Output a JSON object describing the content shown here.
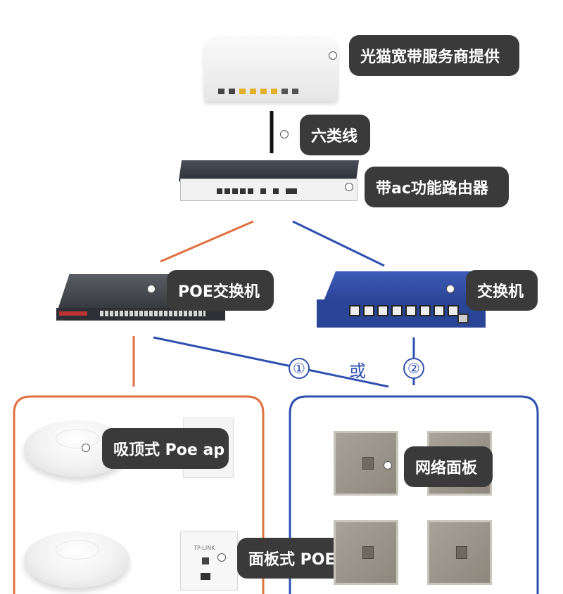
{
  "labels": {
    "modem": "光猫宽带服务商提供",
    "cable": "六类线",
    "router": "带ac功能路由器",
    "poe_switch": "POE交换机",
    "switch": "交换机",
    "ceiling_ap": "吸顶式 Poe ap",
    "network_panel": "网络面板",
    "panel_ap": "面板式 POE AP"
  },
  "options": {
    "one": "①",
    "two": "②",
    "or": "或"
  },
  "device_text": {
    "panel_ap_brand": "TP-LINK"
  },
  "colors": {
    "orange": "#e0703f",
    "blue": "#2e4fb0",
    "callout_bg": "#3a3a3a"
  }
}
